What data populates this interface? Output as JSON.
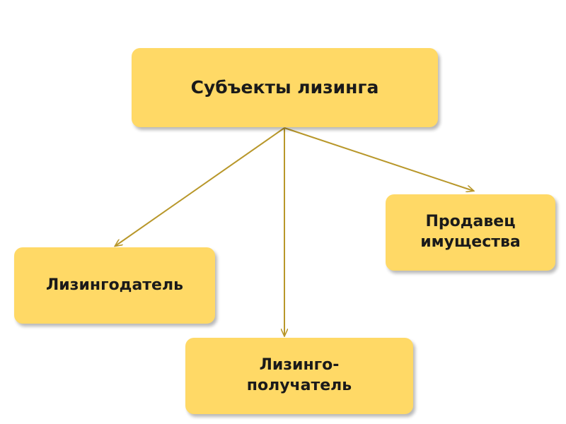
{
  "diagram": {
    "colors": {
      "node_fill": "#ffd966",
      "connector": "#b8972a",
      "text": "#1a1a1a"
    },
    "root": {
      "label": "Субъекты лизинга"
    },
    "children": [
      {
        "id": "lessor",
        "label": "Лизингодатель"
      },
      {
        "id": "lessee",
        "label": "Лизинго-\nполучатель"
      },
      {
        "id": "seller",
        "label": "Продавец\nимущества"
      }
    ]
  }
}
